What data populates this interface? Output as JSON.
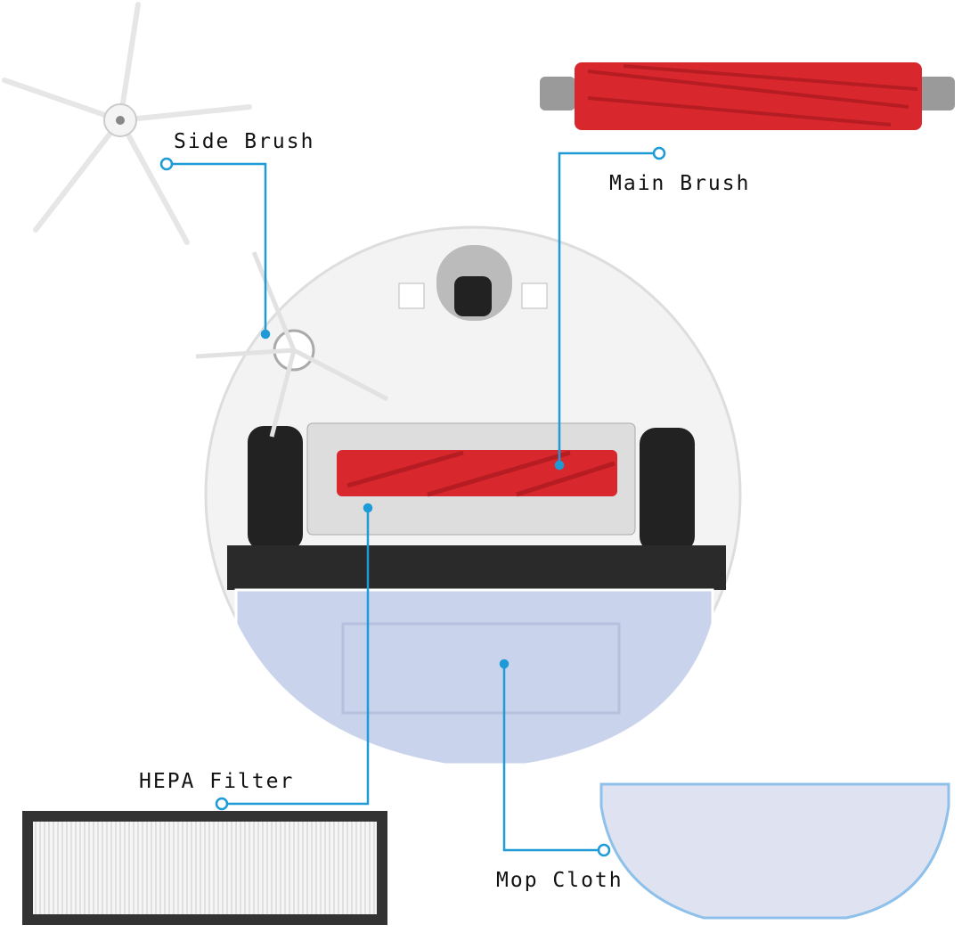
{
  "labels": {
    "side_brush": "Side Brush",
    "main_brush": "Main Brush",
    "hepa_filter": "HEPA Filter",
    "mop_cloth": "Mop Cloth"
  },
  "colors": {
    "leader_line": "#1e9ad6",
    "main_brush": "#d9272e",
    "mop": "#c9d3ec",
    "robot_body": "#f3f3f3"
  }
}
